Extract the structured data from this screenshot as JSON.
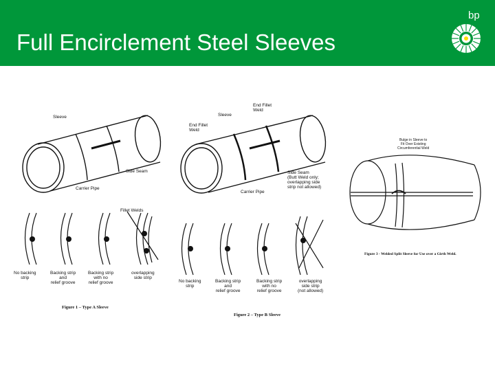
{
  "slide": {
    "title": "Full Encirclement Steel Sleeves",
    "brand": "bp",
    "header_color": "#00973a"
  },
  "figure1": {
    "labels": {
      "sleeve": "Sleeve",
      "side_seam": "Side Seam",
      "carrier_pipe": "Carrier Pipe",
      "fillet_welds": "Fillet Welds",
      "no_backing": "No backing\nstrip",
      "backing_relief": "Backing strip\nand\nrelief groove",
      "backing_no_relief": "Backing strip\nwith no\nrelief groove",
      "overlapping": "overlapping\nside strip"
    },
    "caption": "Figure 1 – Type A Sleeve"
  },
  "figure2": {
    "labels": {
      "end_fillet_weld_top": "End Fillet\nWeld",
      "sleeve": "Sleeve",
      "end_fillet_weld_left": "End Fillet\nWeld",
      "side_seam": "Side Seam\n(Butt Weld only;\noverlapping side\nstrip not allowed)",
      "carrier_pipe": "Carrier Pipe",
      "no_backing": "No backing\nstrip",
      "backing_relief": "Backing strip\nand\nrelief groove",
      "backing_no_relief": "Backing strip\nwith no\nrelief groove",
      "overlapping": "overlapping\nside strip\n(not allowed)"
    },
    "caption": "Figure 2 – Type B Sleeve"
  },
  "figure3": {
    "label": "Bulge in Sleeve to\nFit Over Existing\nCircumferential Weld",
    "caption": "Figure 3 - Welded Split Sleeve for Use over a Girth Weld."
  }
}
